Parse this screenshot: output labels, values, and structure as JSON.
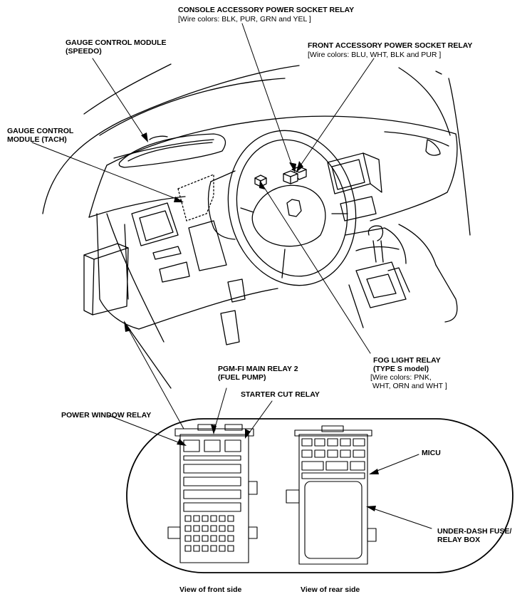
{
  "labels": {
    "console_relay": "CONSOLE ACCESSORY POWER SOCKET RELAY",
    "console_relay_wires": "Wire colors: BLK, PUR, GRN and YEL",
    "front_relay": "FRONT ACCESSORY POWER SOCKET RELAY",
    "front_relay_wires": "Wire colors: BLU, WHT, BLK and PUR",
    "gauge_speedo_1": "GAUGE CONTROL MODULE",
    "gauge_speedo_2": "(SPEEDO)",
    "gauge_tach_1": "GAUGE CONTROL",
    "gauge_tach_2": "MODULE (TACH)",
    "fog_relay_1": "FOG LIGHT RELAY",
    "fog_relay_2": "(TYPE S model)",
    "fog_wires_1": "Wire colors: PNK,",
    "fog_wires_2": "WHT, ORN and WHT",
    "pgm_fi_1": "PGM-FI MAIN RELAY 2",
    "pgm_fi_2": "(FUEL PUMP)",
    "starter_cut": "STARTER CUT RELAY",
    "power_window": "POWER WINDOW RELAY",
    "micu": "MICU",
    "underdash_1": "UNDER-DASH FUSE/",
    "underdash_2": "RELAY BOX",
    "view_front": "View of front side",
    "view_rear": "View of rear side"
  }
}
